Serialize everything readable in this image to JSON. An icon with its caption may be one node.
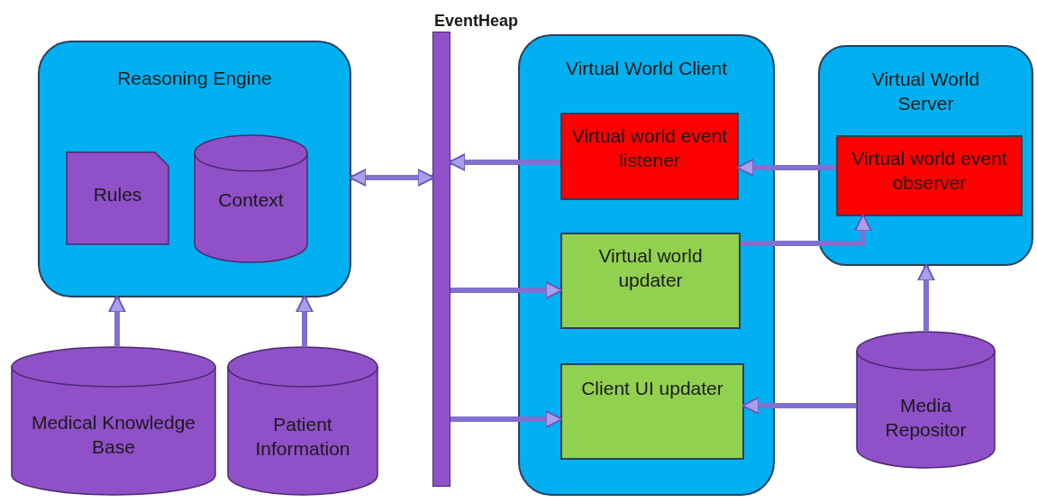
{
  "diagram": {
    "nodes": [
      {
        "text": [
          "EventHeap"
        ]
      },
      {
        "text": [
          "Reasoning Engine"
        ]
      },
      {
        "text": [
          "Rules"
        ],
        "in": 1
      },
      {
        "text": [
          "Context"
        ],
        "in": 1
      },
      {
        "text": [
          "Medical Knowledge Base"
        ]
      },
      {
        "text": [
          "Patient Information"
        ]
      },
      {
        "text": [
          "Virtual World Client"
        ]
      },
      {
        "text": [
          "Virtual world event listener"
        ],
        "in": 6
      },
      {
        "text": [
          "Virtual world updater"
        ],
        "in": 6
      },
      {
        "text": [
          "Client UI updater"
        ],
        "in": 6
      },
      {
        "text": [
          "Virtual World Server"
        ]
      },
      {
        "text": [
          "Virtual world event observer"
        ],
        "in": 10
      },
      {
        "text": [
          "Media Repositor"
        ]
      }
    ],
    "edges": [
      {
        "from": 1,
        "to": 0,
        "arrow": "both"
      },
      {
        "from": 7,
        "to": 0,
        "arrow": "to"
      },
      {
        "from": 11,
        "to": 7,
        "arrow": "to"
      },
      {
        "from": 0,
        "to": 8,
        "arrow": "to"
      },
      {
        "from": 0,
        "to": 9,
        "arrow": "to"
      },
      {
        "from": 8,
        "to": 11,
        "arrow": "to"
      },
      {
        "from": 4,
        "to": 1,
        "arrow": "to"
      },
      {
        "from": 5,
        "to": 1,
        "arrow": "to"
      },
      {
        "from": 12,
        "to": 10,
        "arrow": "to"
      },
      {
        "from": 12,
        "to": 9,
        "arrow": "to"
      }
    ]
  }
}
